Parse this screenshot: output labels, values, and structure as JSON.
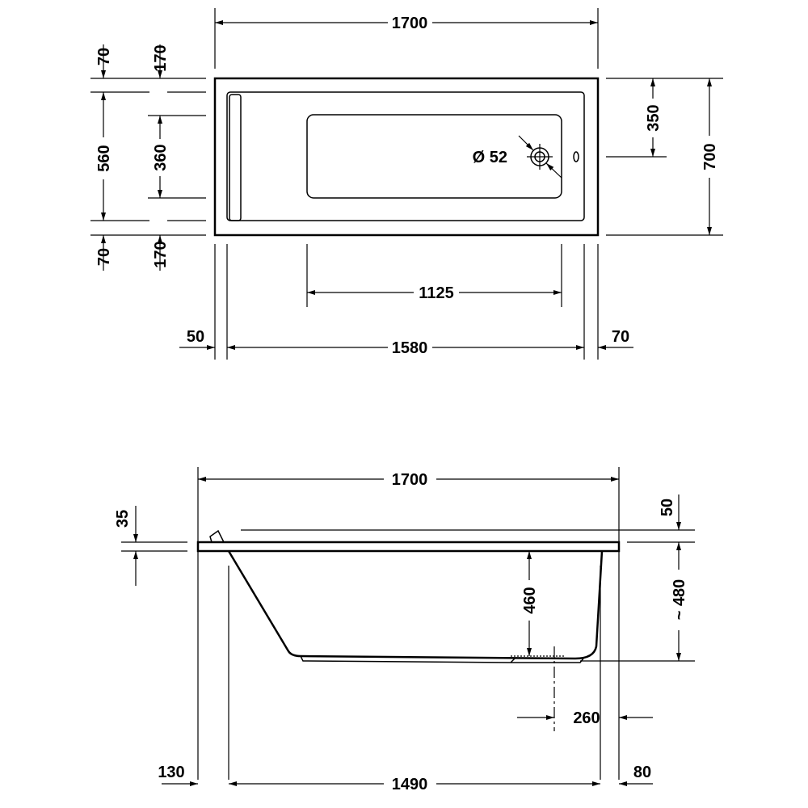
{
  "top_view": {
    "overall_length": "1700",
    "inner_length": "1580",
    "basin_length": "1125",
    "left_margin": "50",
    "right_margin": "70",
    "overall_width": "700",
    "drain_offset": "350",
    "rim_top": "70",
    "rim_bottom": "70",
    "basin_offset_top": "170",
    "basin_offset_bottom": "170",
    "inner_width": "560",
    "basin_width": "360",
    "drain_diameter": "Ø 52"
  },
  "side_view": {
    "overall_length": "1700",
    "rim_thickness": "35",
    "top_offset": "50",
    "depth": "460",
    "height": "~ 480",
    "drain_position": "260",
    "bottom_length": "1490",
    "left_offset": "130",
    "right_offset": "80"
  }
}
